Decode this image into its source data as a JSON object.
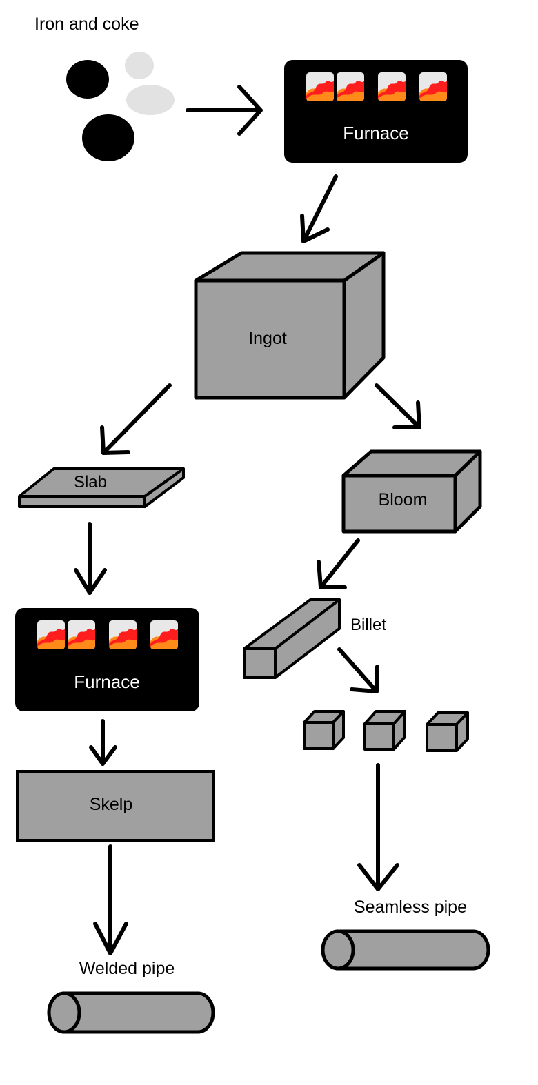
{
  "labels": {
    "iron_and_coke": "Iron and coke",
    "furnace_top": "Furnace",
    "ingot": "Ingot",
    "slab": "Slab",
    "bloom": "Bloom",
    "billet": "Billet",
    "furnace_bottom": "Furnace",
    "skelp": "Skelp",
    "welded_pipe": "Welded pipe",
    "seamless_pipe": "Seamless pipe"
  },
  "colors": {
    "steel": "#a0a0a0",
    "outline": "#000000",
    "furnace_body": "#000000",
    "flame_red": "#ff1e1e",
    "flame_orange": "#ff8a1a",
    "furnace_window": "#e8e8e8",
    "coke_gray": "#e2e2e2"
  }
}
